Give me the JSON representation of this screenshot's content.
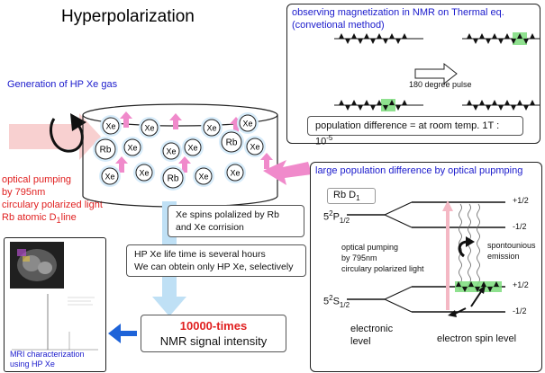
{
  "title": "Hyperpolarization",
  "generation_label": "Generation of HP Xe gas",
  "optical_pumping_note": {
    "line1": "optical pumping",
    "line2": "by 795nm",
    "line3": "circulary polarized light",
    "line4_prefix": "Rb atomic D",
    "line4_sub": "1",
    "line4_suffix": "line"
  },
  "cell": {
    "xe_label": "Xe",
    "rb_label": "Rb"
  },
  "thermal_panel": {
    "title_line1": "observing magnetization in NMR on Thermal eq.",
    "title_line2": "(convetional method)",
    "pulse_label": "180 degree pulse",
    "population_text": "population difference = at room temp. 1T : 10",
    "population_exp": "-5"
  },
  "optical_panel": {
    "title": "large population difference by optical pupmping",
    "rb_label": "Rb  D",
    "rb_sub": "1",
    "p_state": "5",
    "p_state_sup": "2",
    "p_state_letter": "P",
    "p_state_sub": "1/2",
    "s_state": "5",
    "s_state_sup": "2",
    "s_state_letter": "S",
    "s_state_sub": "1/2",
    "plus_half": "+1/2",
    "minus_half": "-1/2",
    "pump_line1": "optical pumping",
    "pump_line2": "by 795nm",
    "pump_line3": "circulary polarized light",
    "emission_line1": "spontounious",
    "emission_line2": "emission",
    "electronic_level": "electronic\nlevel",
    "electron_spin_level": "electron spin level"
  },
  "xe_spin_box": {
    "line1": "Xe spins polalized by Rb",
    "line2": "and Xe corrision"
  },
  "lifetime_box": {
    "line1": "HP Xe life time is several hours",
    "line2": "We can obtein only HP Xe, selectively"
  },
  "signal_box": {
    "highlight": "10000-times",
    "text": "NMR signal intensity"
  },
  "mri_caption": {
    "line1": "MRI characterization",
    "line2": "using HP Xe"
  },
  "colors": {
    "blue_text": "#1a1acc",
    "red_text": "#e02020",
    "pink_arrow": "#f08acb",
    "light_blue_arrow": "#bfe0f5",
    "blue_arrow": "#1e63d8",
    "green_highlight": "#7bdc7b"
  }
}
